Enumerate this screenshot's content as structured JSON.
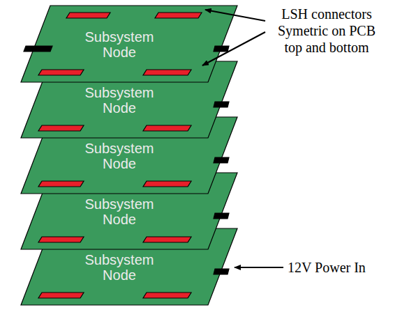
{
  "diagram": {
    "nodes": [
      {
        "text": [
          "Subsystem Node"
        ]
      },
      {
        "text": [
          "Subsystem Node"
        ]
      },
      {
        "text": [
          "Subsystem Node"
        ]
      },
      {
        "text": [
          "Subsystem Node"
        ]
      },
      {
        "text": [
          "Subsystem Node"
        ]
      }
    ],
    "labels": [
      "LSH connectors Symetric on PCB top and bottom",
      "12V Power In"
    ]
  }
}
